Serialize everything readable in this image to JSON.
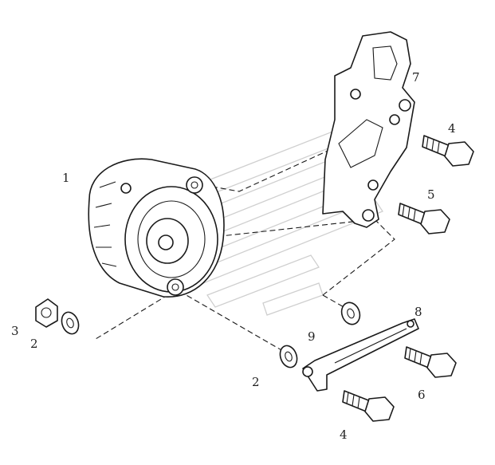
{
  "callouts": {
    "alternator": "1",
    "washer_left": "2",
    "nut": "3",
    "bolt_upper": "4",
    "bolt_middle": "5",
    "bracket": "7",
    "adjust_strap": "8",
    "washer_center": "2",
    "strap_spacer": "9",
    "bolt_strap": "6",
    "bolt_lower": "4"
  },
  "colors": {
    "line": "#1a1a1a",
    "watermark": "#cfcfcf",
    "background": "#ffffff"
  }
}
